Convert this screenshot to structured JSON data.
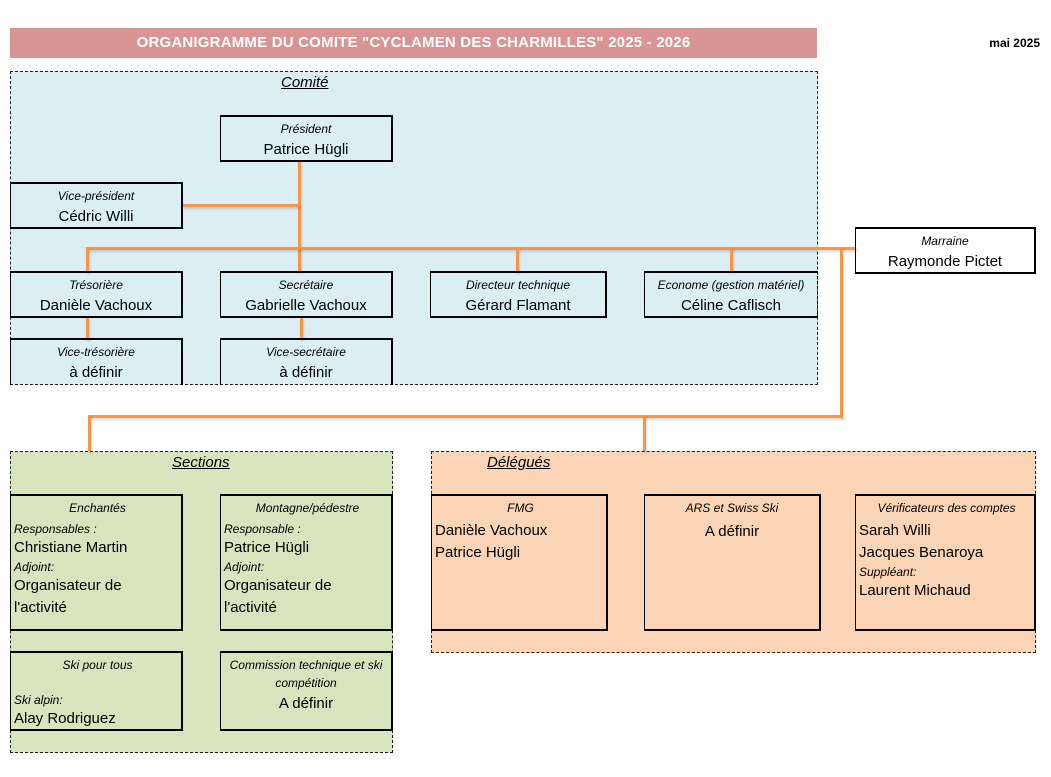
{
  "header": {
    "title": "ORGANIGRAMME DU COMITE  \"CYCLAMEN DES CHARMILLES\"  2025 - 2026",
    "date": "mai 2025"
  },
  "colors": {
    "title_bar": "#d99594",
    "comite_bg": "#daeef3",
    "sections_bg": "#d7e4bd",
    "delegues_bg": "#fbd5b5",
    "connector": "#f79646"
  },
  "comite": {
    "title": "Comité",
    "president": {
      "role": "Président",
      "name": "Patrice Hügli"
    },
    "vice_president": {
      "role": "Vice-président",
      "name": "Cédric Willi"
    },
    "tresoriere": {
      "role": "Trésorière",
      "name": "Danièle Vachoux"
    },
    "secretaire": {
      "role": "Secrétaire",
      "name": "Gabrielle Vachoux"
    },
    "directeur": {
      "role": "Directeur technique",
      "name": "Gérard Flamant"
    },
    "econome": {
      "role": "Econome (gestion matériel)",
      "name": "Céline Caflisch"
    },
    "vice_tresoriere": {
      "role": "Vice-trésorière",
      "name": "à définir"
    },
    "vice_secretaire": {
      "role": "Vice-secrétaire",
      "name": "à définir"
    }
  },
  "marraine": {
    "role": "Marraine",
    "name": "Raymonde Pictet"
  },
  "sections": {
    "title": "Sections",
    "enchantes": {
      "role": "Enchantés",
      "label1": "Responsables :",
      "value1": "Christiane Martin",
      "label2": "Adjoint:",
      "value2a": "Organisateur de",
      "value2b": "l'activité"
    },
    "montagne": {
      "role": "Montagne/pédestre",
      "label1": "Responsable :",
      "value1": "Patrice Hügli",
      "label2": "Adjoint:",
      "value2a": "Organisateur de",
      "value2b": "l'activité"
    },
    "ski": {
      "role": "Ski pour tous",
      "label1": "Ski alpin:",
      "value1": "Alay Rodriguez"
    },
    "commission": {
      "role_a": "Commission technique et ski",
      "role_b": "compétition",
      "name": "A définir"
    }
  },
  "delegues": {
    "title": "Délégués",
    "fmg": {
      "role": "FMG",
      "names": [
        "Danièle Vachoux",
        "Patrice Hügli"
      ]
    },
    "ars": {
      "role": "ARS et Swiss Ski",
      "name": "A définir"
    },
    "verificateurs": {
      "role": "Vérificateurs des comptes",
      "names": [
        "Sarah Willi",
        "Jacques Benaroya"
      ],
      "label": "Suppléant:",
      "suppleant": "Laurent Michaud"
    }
  }
}
